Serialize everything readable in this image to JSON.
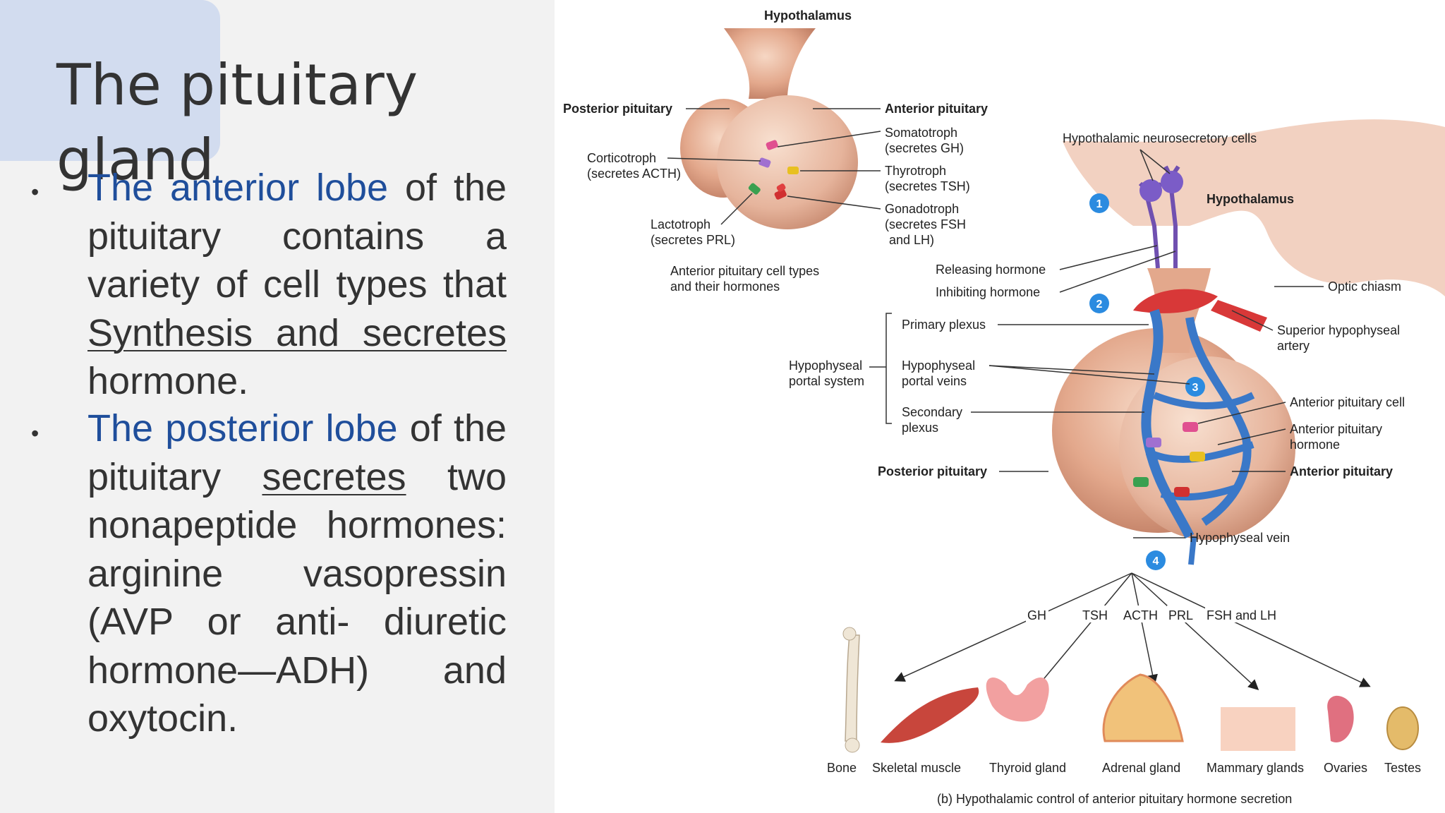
{
  "slide": {
    "title": "The pituitary gland",
    "bullet_symbol": "•",
    "bullet1": {
      "lead": "The anterior lobe",
      "text_a": " of the pituitary contains a variety of cell types that ",
      "underlined": "Synthesis and secretes",
      "text_b": " hormone."
    },
    "bullet2": {
      "lead": "The posterior lobe",
      "text_a": " of the pituitary ",
      "underlined": "secretes",
      "text_b": " two nonapeptide hormones: arginine vasopressin (AVP or anti- diuretic hormone—ADH) and oxytocin."
    }
  },
  "figure": {
    "inset": {
      "hypothalamus": "Hypothalamus",
      "posterior": "Posterior pituitary",
      "anterior": "Anterior pituitary",
      "somatotroph": [
        "Somatotroph",
        "(secretes GH)"
      ],
      "thyrotroph": [
        "Thyrotroph",
        "(secretes TSH)"
      ],
      "gonadotroph": [
        "Gonadotroph",
        "(secretes FSH",
        "and LH)"
      ],
      "corticotroph": [
        "Corticotroph",
        "(secretes ACTH)"
      ],
      "lactotroph": [
        "Lactotroph",
        "(secretes PRL)"
      ],
      "caption": [
        "Anterior pituitary cell types",
        "and their hormones"
      ]
    },
    "main": {
      "neurosecretory": "Hypothalamic neurosecretory cells",
      "hypothalamus": "Hypothalamus",
      "releasing": "Releasing hormone",
      "inhibiting": "Inhibiting hormone",
      "optic": "Optic chiasm",
      "primary": "Primary plexus",
      "superior": [
        "Superior hypophyseal",
        "artery"
      ],
      "portal_system": [
        "Hypophyseal",
        "portal system"
      ],
      "portal_veins": [
        "Hypophyseal",
        "portal veins"
      ],
      "secondary": [
        "Secondary",
        "plexus"
      ],
      "ant_cell": "Anterior pituitary cell",
      "ant_hormone": [
        "Anterior pituitary",
        "hormone"
      ],
      "posterior": "Posterior pituitary",
      "anterior": "Anterior pituitary",
      "vein": "Hypophyseal vein",
      "steps": [
        "1",
        "2",
        "3",
        "4"
      ]
    },
    "hormones": [
      "GH",
      "TSH",
      "ACTH",
      "PRL",
      "FSH and LH"
    ],
    "targets": [
      "Bone",
      "Skeletal muscle",
      "Thyroid gland",
      "Adrenal gland",
      "Mammary glands",
      "Ovaries",
      "Testes"
    ],
    "caption": "(b) Hypothalamic control of anterior pituitary hormone secretion"
  }
}
